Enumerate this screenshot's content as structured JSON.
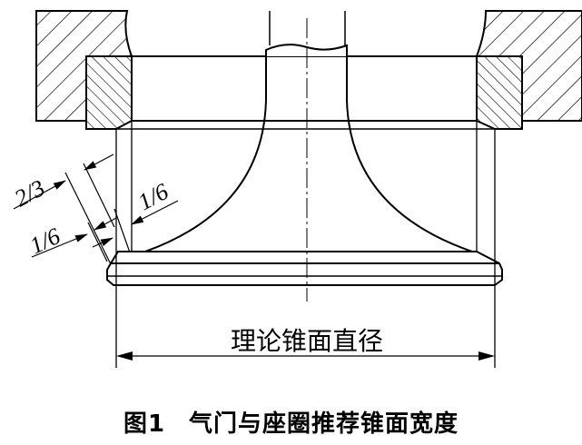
{
  "figure": {
    "labels": {
      "two_thirds": "2/3",
      "one_sixth_left": "1/6",
      "one_sixth_right": "1/6",
      "diameter": "理论锥面直径"
    },
    "caption_number": "图1",
    "caption_text": "气门与座圈推荐锥面宽度"
  }
}
